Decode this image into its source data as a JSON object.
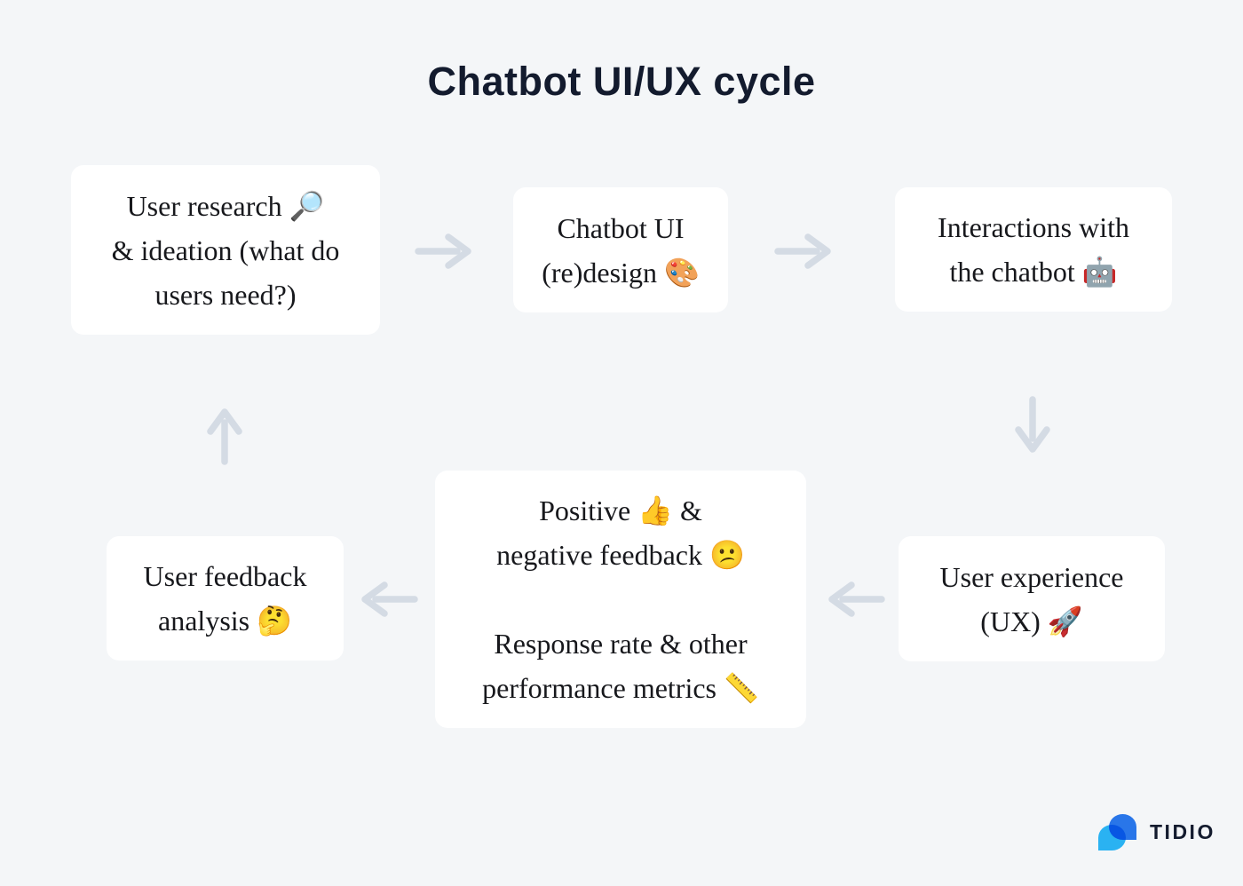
{
  "title": "Chatbot UI/UX cycle",
  "colors": {
    "background": "#f4f6f8",
    "box": "#ffffff",
    "arrow": "#d4dbe4",
    "title": "#131b2e",
    "text": "#17181c",
    "logo_dark_blue": "#2a7af0",
    "logo_light_blue": "#2cb9f9",
    "logo_text": "#131b2e"
  },
  "boxes": {
    "research": {
      "text": "User research 🔎\n& ideation (what do\nusers need?)"
    },
    "design": {
      "text": "Chatbot UI\n(re)design 🎨"
    },
    "interactions": {
      "text": "Interactions with\nthe chatbot 🤖"
    },
    "ux": {
      "text": "User experience\n(UX) 🚀"
    },
    "feedback": {
      "text": "Positive 👍 &\nnegative feedback 😕\n\nResponse rate & other\nperformance metrics 📏"
    },
    "analysis": {
      "text": "User feedback\nanalysis 🤔"
    }
  },
  "emoji_icons": {
    "magnifying-glass": "🔎",
    "artist-palette": "🎨",
    "robot-face": "🤖",
    "rocket": "🚀",
    "thumbs-up": "👍",
    "confused-face": "😕",
    "straight-ruler": "📏",
    "thinking-face": "🤔"
  },
  "logo": {
    "wordmark": "TIDIO"
  }
}
